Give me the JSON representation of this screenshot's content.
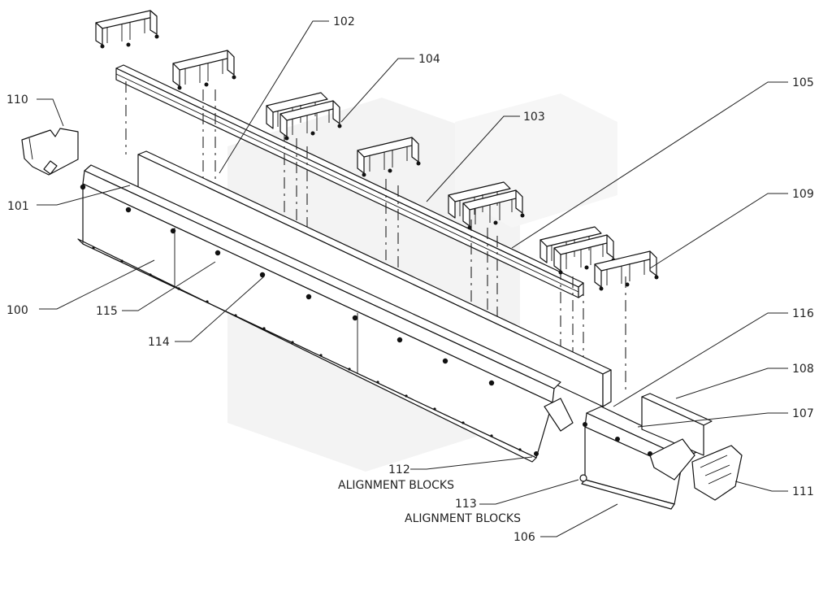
{
  "labels": {
    "l100": "100",
    "l101": "101",
    "l102": "102",
    "l103": "103",
    "l104": "104",
    "l105": "105",
    "l106": "106",
    "l107": "107",
    "l108": "108",
    "l109": "109",
    "l110": "110",
    "l111": "111",
    "l112": "112",
    "l113": "113",
    "l114": "114",
    "l115": "115",
    "l116": "116"
  },
  "notes": {
    "alignment_112": "ALIGNMENT BLOCKS",
    "alignment_113": "ALIGNMENT BLOCKS"
  }
}
